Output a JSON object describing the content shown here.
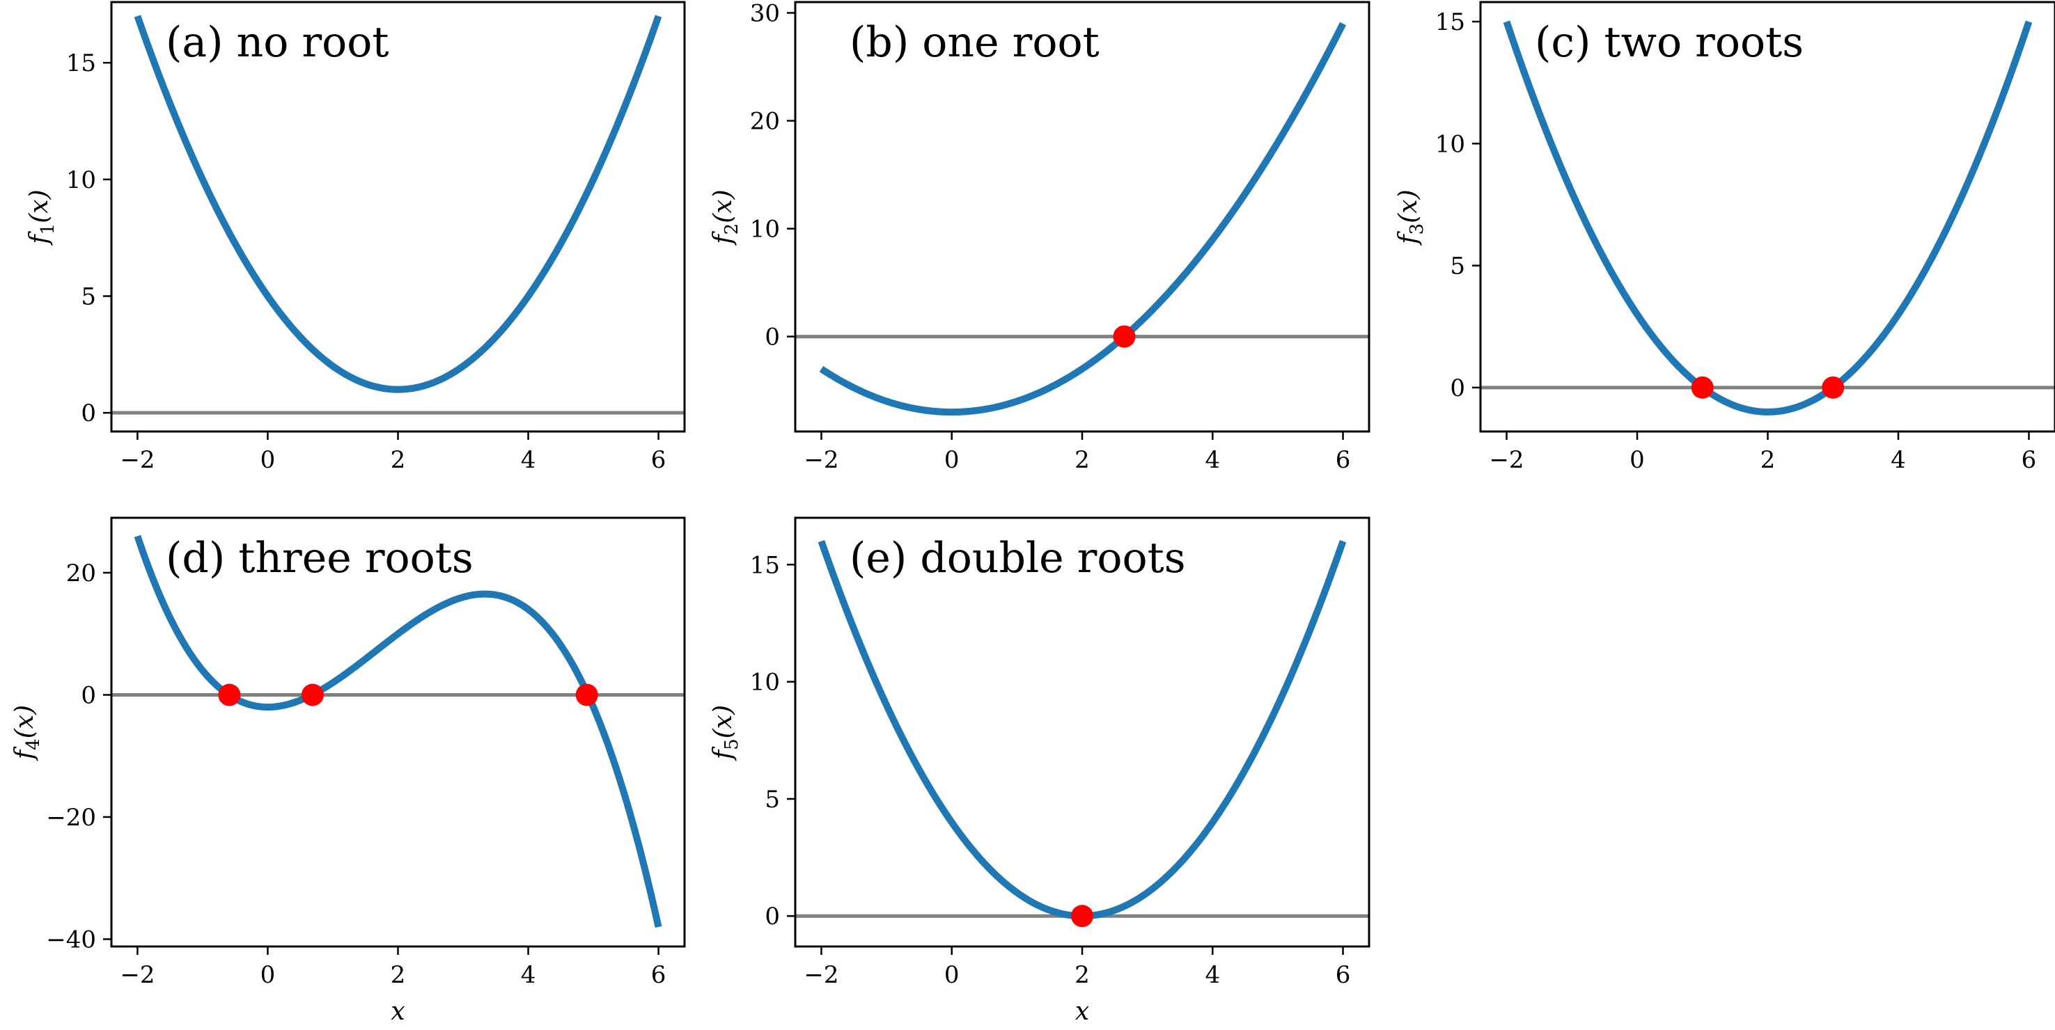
{
  "chart_data": [
    {
      "id": "a",
      "type": "line",
      "title": "(a) no root",
      "ylabel_base": "f",
      "ylabel_sub": "1",
      "ylabel_arg": "(x)",
      "xlabel": "",
      "xlim": [
        -2.4,
        6.4
      ],
      "ylim": [
        -0.8,
        17.6
      ],
      "xticks": [
        -2,
        0,
        2,
        4,
        6
      ],
      "yticks": [
        0,
        5,
        10,
        15
      ],
      "curve": {
        "x_range": [
          -2,
          6
        ],
        "coefficients": [
          0,
          1,
          -4,
          5
        ]
      },
      "baseline": 0,
      "roots": [],
      "line_color": "#1f77b4",
      "root_color": "#ff0000",
      "baseline_color": "#808080"
    },
    {
      "id": "b",
      "type": "line",
      "title": "(b) one root",
      "ylabel_base": "f",
      "ylabel_sub": "2",
      "ylabel_arg": "(x)",
      "xlabel": "",
      "xlim": [
        -2.4,
        6.4
      ],
      "ylim": [
        -8.8,
        31
      ],
      "xticks": [
        -2,
        0,
        2,
        4,
        6
      ],
      "yticks": [
        0,
        10,
        20,
        30
      ],
      "curve": {
        "x_range": [
          -2,
          6
        ],
        "coefficients": [
          0,
          1,
          0,
          -7
        ]
      },
      "baseline": 0,
      "roots": [
        2.6458
      ],
      "line_color": "#1f77b4",
      "root_color": "#ff0000",
      "baseline_color": "#808080"
    },
    {
      "id": "c",
      "type": "line",
      "title": "(c) two roots",
      "ylabel_base": "f",
      "ylabel_sub": "3",
      "ylabel_arg": "(x)",
      "xlabel": "",
      "xlim": [
        -2.4,
        6.4
      ],
      "ylim": [
        -1.8,
        15.8
      ],
      "xticks": [
        -2,
        0,
        2,
        4,
        6
      ],
      "yticks": [
        0,
        5,
        10,
        15
      ],
      "curve": {
        "x_range": [
          -2,
          6
        ],
        "coefficients": [
          0,
          1,
          -4,
          3
        ]
      },
      "baseline": 0,
      "roots": [
        1,
        3
      ],
      "line_color": "#1f77b4",
      "root_color": "#ff0000",
      "baseline_color": "#808080"
    },
    {
      "id": "d",
      "type": "line",
      "title": "(d) three roots",
      "ylabel_base": "f",
      "ylabel_sub": "4",
      "ylabel_arg": "(x)",
      "xlabel": "x",
      "xlim": [
        -2.4,
        6.4
      ],
      "ylim": [
        -41.2,
        29.0
      ],
      "xticks": [
        -2,
        0,
        2,
        4,
        6
      ],
      "yticks": [
        -40,
        -20,
        0,
        20
      ],
      "curve": {
        "x_range": [
          -2,
          6
        ],
        "coefficients": [
          -1,
          5,
          0,
          -2
        ]
      },
      "baseline": 0,
      "roots": [
        -0.589,
        0.689,
        4.9
      ],
      "line_color": "#1f77b4",
      "root_color": "#ff0000",
      "baseline_color": "#808080"
    },
    {
      "id": "e",
      "type": "line",
      "title": "(e) double roots",
      "ylabel_base": "f",
      "ylabel_sub": "5",
      "ylabel_arg": "(x)",
      "xlabel": "x",
      "xlim": [
        -2.4,
        6.4
      ],
      "ylim": [
        -1.3,
        17.0
      ],
      "xticks": [
        -2,
        0,
        2,
        4,
        6
      ],
      "yticks": [
        0,
        5,
        10,
        15
      ],
      "curve": {
        "x_range": [
          -2,
          6
        ],
        "coefficients": [
          0,
          1,
          -4,
          4
        ]
      },
      "baseline": 0,
      "roots": [
        2
      ],
      "line_color": "#1f77b4",
      "root_color": "#ff0000",
      "baseline_color": "#808080"
    }
  ]
}
